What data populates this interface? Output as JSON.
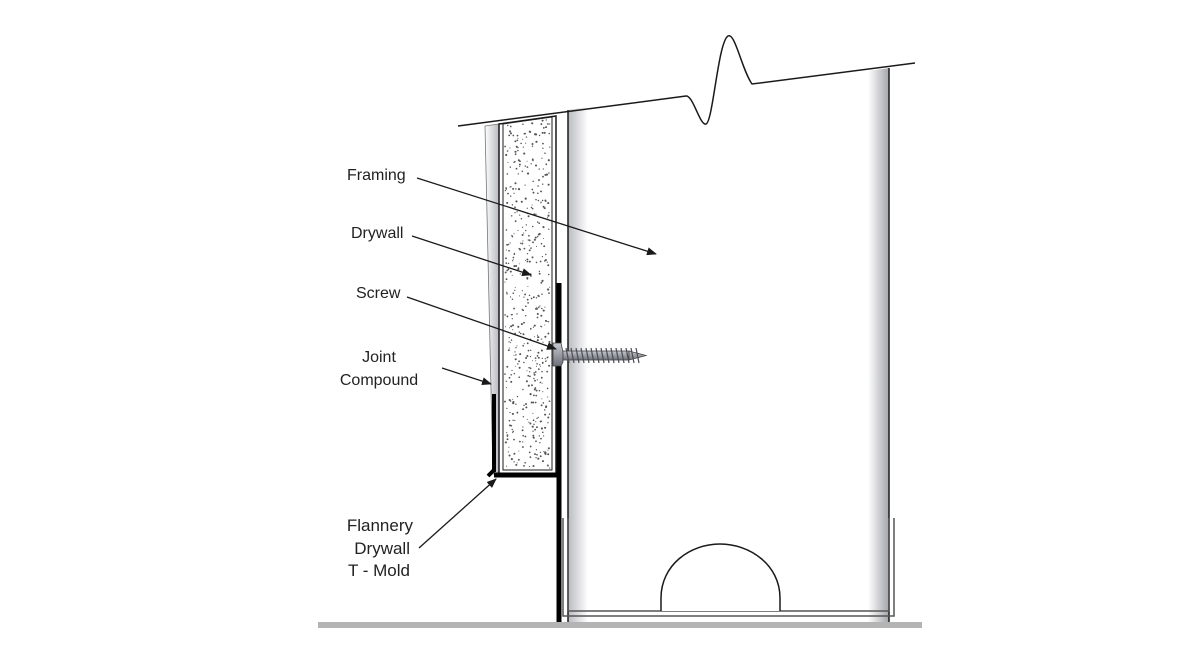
{
  "labels": {
    "framing": "Framing",
    "drywall": "Drywall",
    "screw": "Screw",
    "joint_compound_line1": "Joint",
    "joint_compound_line2": "Compound",
    "tmold_line1": "Flannery",
    "tmold_line2": "Drywall",
    "tmold_line3": "T - Mold"
  },
  "colors": {
    "line": "#1a1a1a",
    "shade": "#a9abb0",
    "drywall_dots": "#555555",
    "screw": "#8c8e96",
    "floor": "#b4b4b4"
  }
}
